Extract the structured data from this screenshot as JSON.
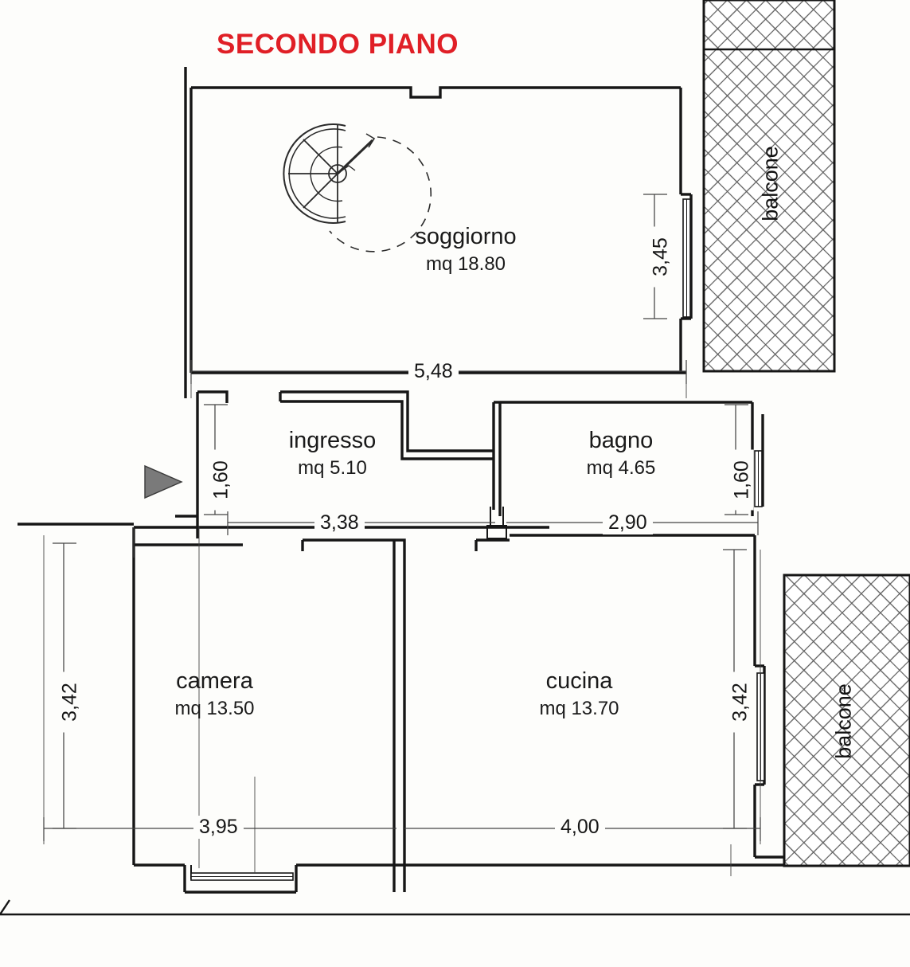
{
  "plan": {
    "title": "SECONDO PIANO",
    "title_color": "#e01f26",
    "line_color": "#161616",
    "hatch_color": "#555555",
    "background": "#fdfdfb"
  },
  "rooms": [
    {
      "name": "soggiorno",
      "area": "mq 18.80"
    },
    {
      "name": "ingresso",
      "area": "mq 5.10"
    },
    {
      "name": "bagno",
      "area": "mq 4.65"
    },
    {
      "name": "camera",
      "area": "mq 13.50"
    },
    {
      "name": "cucina",
      "area": "mq 13.70"
    }
  ],
  "balconies": [
    {
      "label": "balcone"
    },
    {
      "label": "balcone"
    }
  ],
  "dimensions": {
    "soggiorno_width": "5,48",
    "soggiorno_height": "3,45",
    "ingresso_width": "3,38",
    "bagno_width": "2,90",
    "ingresso_height": "1,60",
    "bagno_height": "1,60",
    "camera_width": "3,95",
    "cucina_width": "4,00",
    "camera_height": "3,42",
    "cucina_height": "3,42"
  },
  "symbols": {
    "entrance_arrow": "entrance-arrow-icon",
    "spiral_stair": "spiral-staircase-icon"
  }
}
